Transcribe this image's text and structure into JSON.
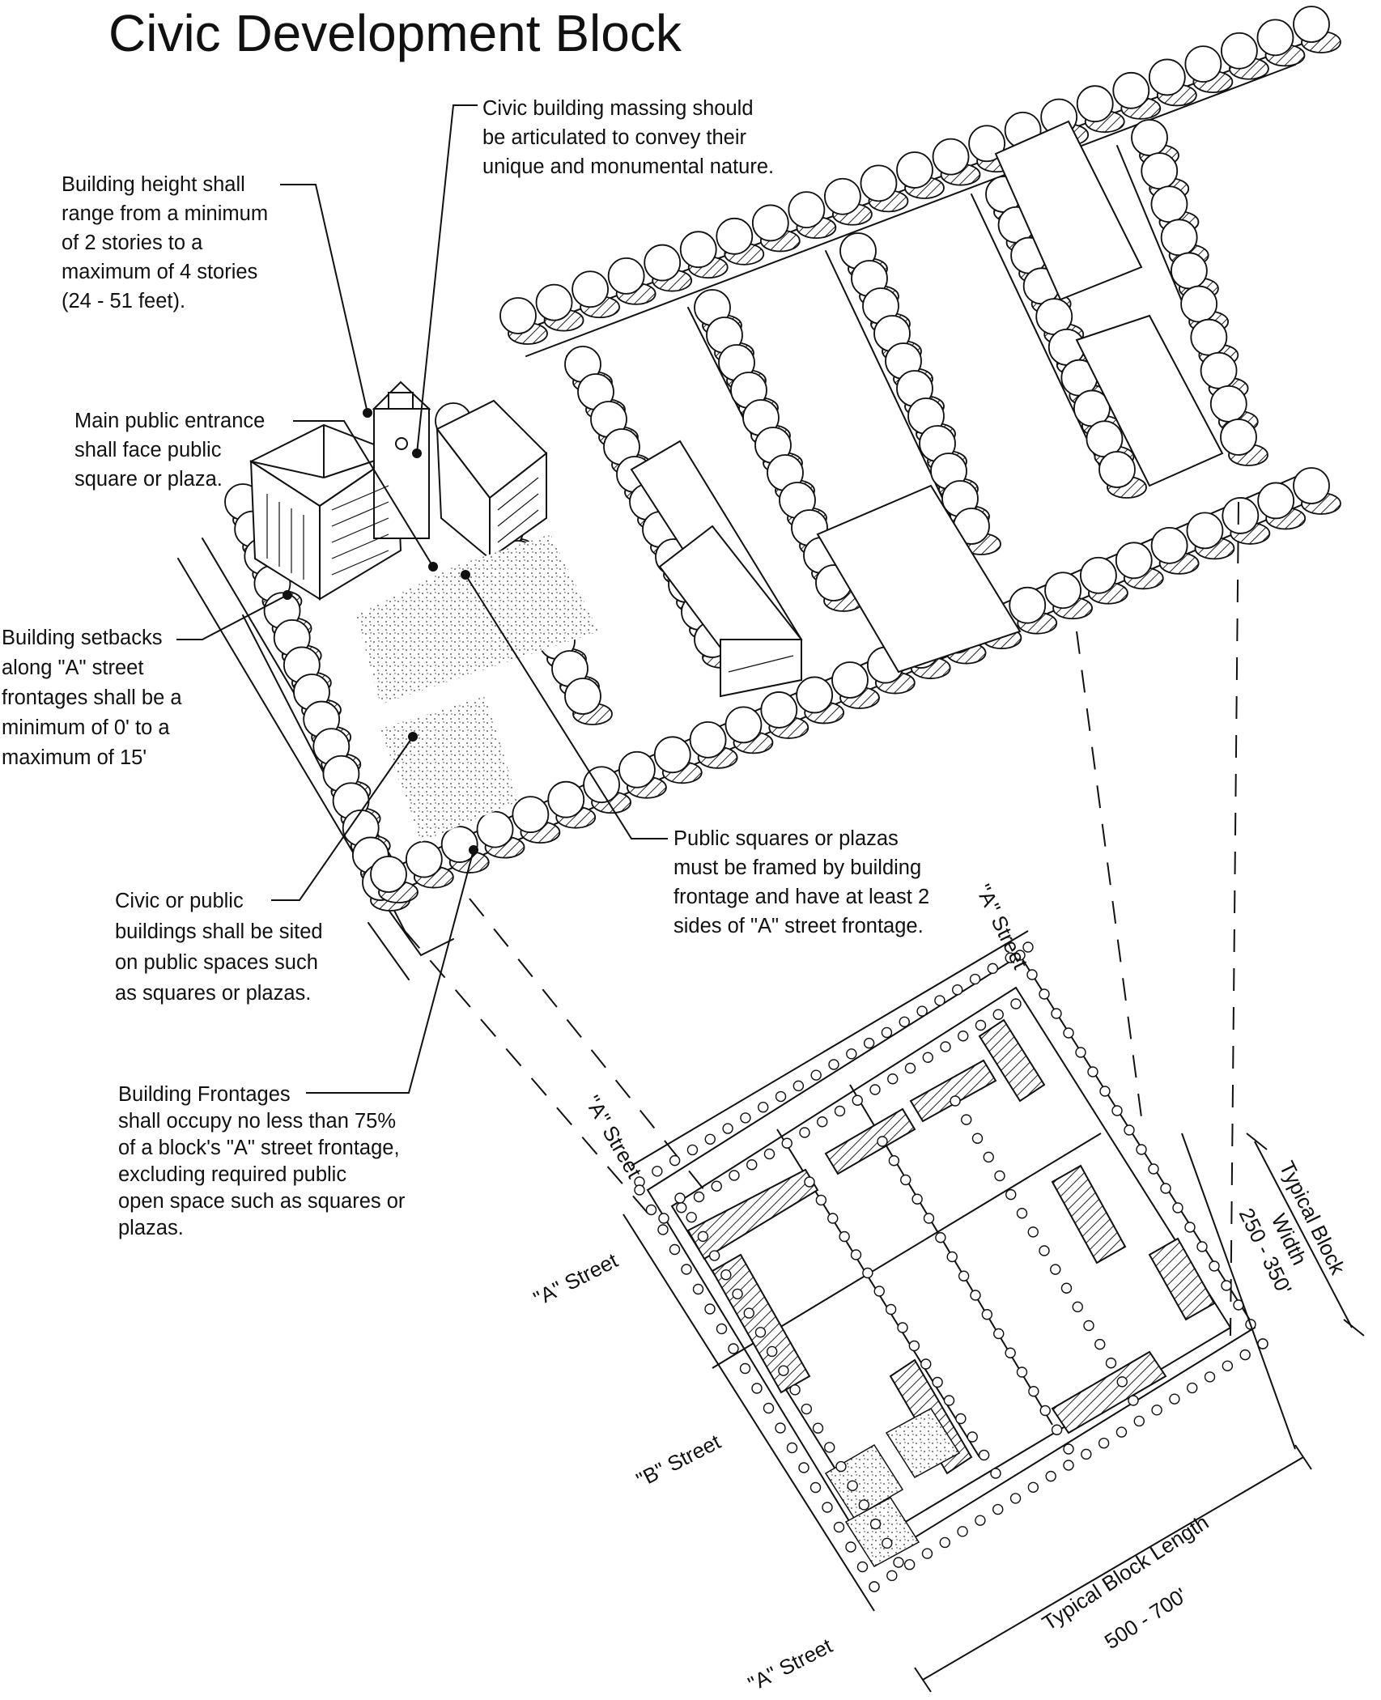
{
  "title": "Civic Development Block",
  "notes": {
    "height": "Building height shall\nrange from a minimum\nof 2 stories to a\nmaximum of 4 stories\n(24 - 51 feet).",
    "massing": "Civic building massing should\nbe articulated to convey their\nunique and monumental nature.",
    "entrance": "Main public entrance\nshall face public\nsquare or plaza.",
    "setbacks": "Building setbacks\nalong \"A\" street\nfrontages shall be a\nminimum of 0' to a\nmaximum of 15'",
    "squares": "Public squares or plazas\nmust be framed by building\nfrontage and have at least 2\nsides of \"A\" street frontage.",
    "civic": "Civic or public\nbuildings shall be sited\non public spaces such\nas squares or plazas.",
    "frontages": "Building Frontages\nshall occupy no less than 75%\nof a block's \"A\" street frontage,\nexcluding required public\nopen space such as squares or\nplazas."
  },
  "streets": {
    "a_top_right": "\"A\" Street",
    "a_left_diag": "\"A\" Street",
    "a_left": "\"A\" Street",
    "b_left": "\"B\" Street",
    "a_bottom": "\"A\" Street"
  },
  "dimensions": {
    "width_label": "Typical Block",
    "width_label2": "Width",
    "width_value": "250 - 350'",
    "length_label": "Typical Block Length",
    "length_value": "500 - 700'"
  }
}
